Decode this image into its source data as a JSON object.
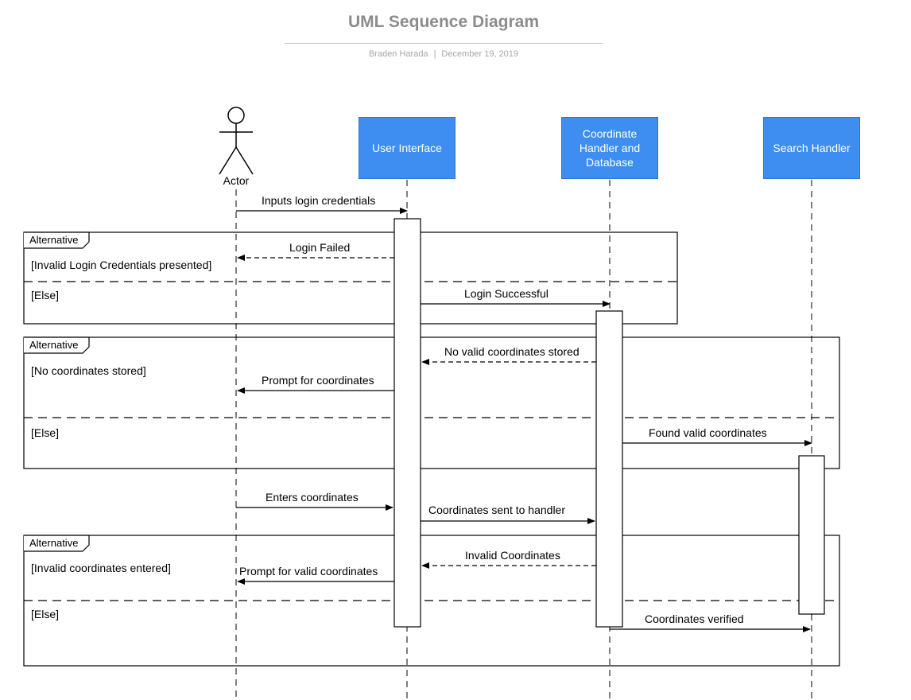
{
  "header": {
    "title": "UML Sequence Diagram",
    "author": "Braden Harada",
    "separator": "|",
    "date": "December 19, 2019"
  },
  "colors": {
    "participant_fill": "#3d8ef0",
    "participant_text": "#ffffff",
    "title": "#8c8c8c",
    "subtitle": "#a6a6a6"
  },
  "actor": {
    "label": "Actor"
  },
  "participants": [
    {
      "id": "ui",
      "label": "User Interface"
    },
    {
      "id": "db",
      "label": "Coordinate\nHandler and\nDatabase"
    },
    {
      "id": "search",
      "label": "Search Handler"
    }
  ],
  "fragments": [
    {
      "kind": "Alternative",
      "guard": "[Invalid Login Credentials presented]",
      "else": "[Else]"
    },
    {
      "kind": "Alternative",
      "guard": "[No coordinates stored]",
      "else": "[Else]"
    },
    {
      "kind": "Alternative",
      "guard": "[Invalid coordinates entered]",
      "else": "[Else]"
    }
  ],
  "messages": [
    {
      "text": "Inputs login credentials",
      "from": "actor",
      "to": "ui",
      "style": "sync"
    },
    {
      "text": "Login Failed",
      "from": "ui",
      "to": "actor",
      "style": "return"
    },
    {
      "text": "Login Successful",
      "from": "ui",
      "to": "db",
      "style": "sync"
    },
    {
      "text": "No valid coordinates stored",
      "from": "db",
      "to": "ui",
      "style": "return"
    },
    {
      "text": "Prompt for coordinates",
      "from": "ui",
      "to": "actor",
      "style": "sync"
    },
    {
      "text": "Found valid coordinates",
      "from": "db",
      "to": "search",
      "style": "sync"
    },
    {
      "text": "Enters coordinates",
      "from": "actor",
      "to": "ui",
      "style": "sync"
    },
    {
      "text": "Coordinates sent to handler",
      "from": "ui",
      "to": "db",
      "style": "sync"
    },
    {
      "text": "Invalid Coordinates",
      "from": "db",
      "to": "ui",
      "style": "return"
    },
    {
      "text": "Prompt for valid coordinates",
      "from": "ui",
      "to": "actor",
      "style": "sync"
    },
    {
      "text": "Coordinates verified",
      "from": "db",
      "to": "search",
      "style": "sync"
    }
  ]
}
